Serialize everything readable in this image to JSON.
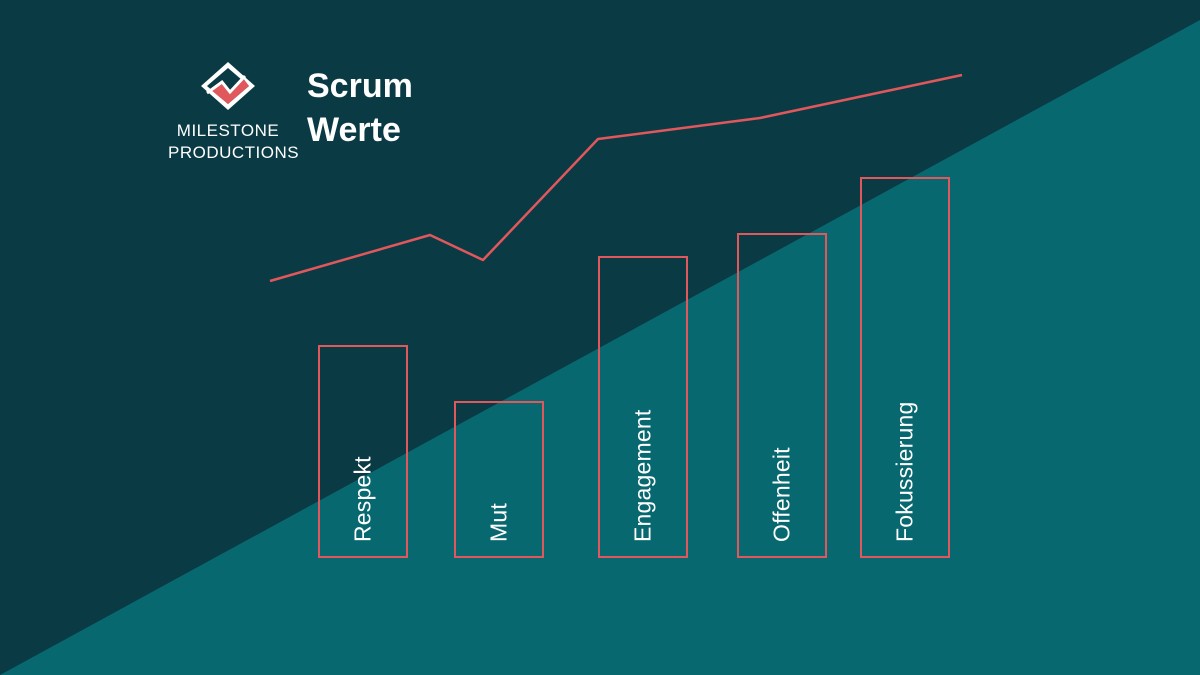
{
  "brand": {
    "line1": "Milestone",
    "line2": "Productions",
    "colors": {
      "navy": "#0a3a44",
      "teal": "#086870",
      "coral": "#e0575c",
      "white": "#ffffff"
    },
    "icon": "milestone-diamond-logo-icon"
  },
  "title": {
    "line1": "Scrum",
    "line2": "Werte"
  },
  "bars": [
    {
      "label": "Respekt",
      "level": 0.38
    },
    {
      "label": "Mut",
      "level": 0.28
    },
    {
      "label": "Engagement",
      "level": 0.54
    },
    {
      "label": "Offenheit",
      "level": 0.58
    },
    {
      "label": "Fokussierung",
      "level": 0.68
    }
  ],
  "trend_line": {
    "values": [
      0.42,
      0.55,
      0.48,
      0.82,
      0.88,
      1.0
    ]
  }
}
